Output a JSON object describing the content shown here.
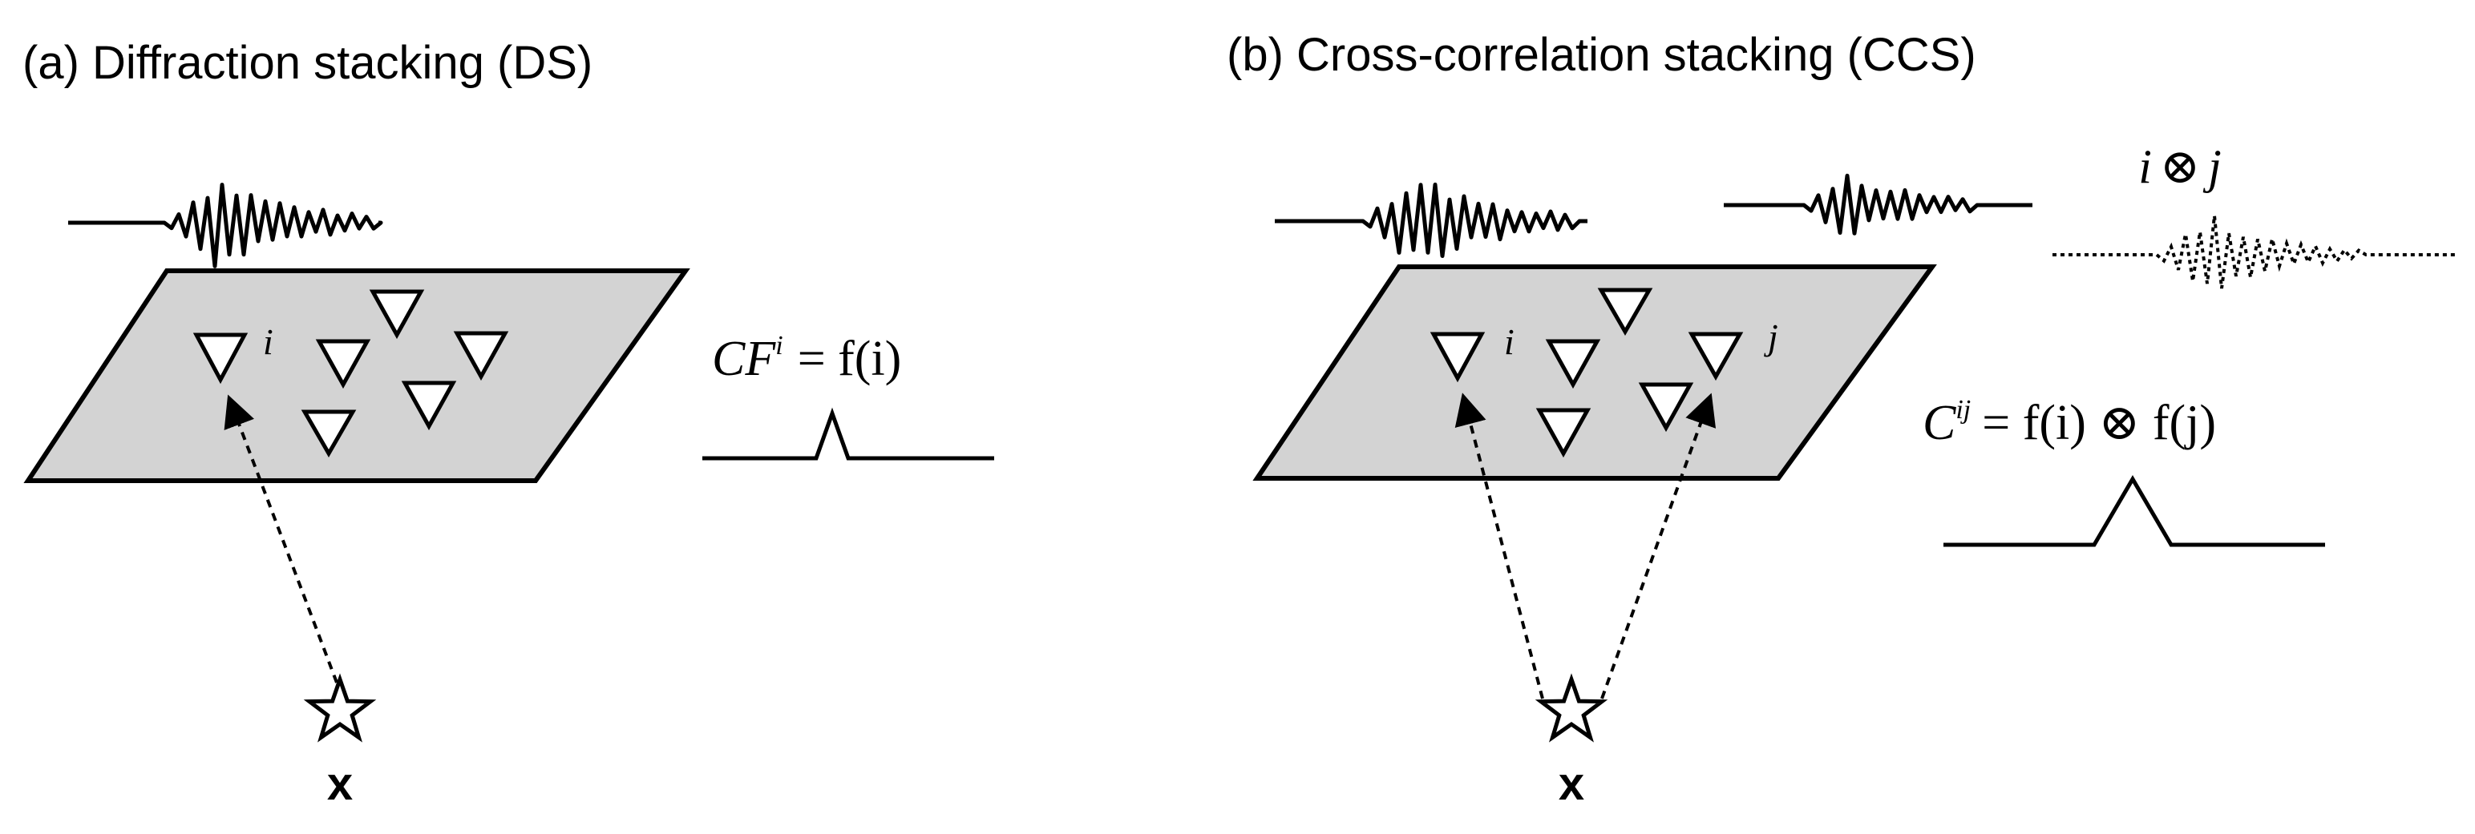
{
  "panels": {
    "a": {
      "title": "(a) Diffraction stacking (DS)",
      "station_label": "i",
      "eq_cf": "CF",
      "eq_sup": "i",
      "eq_rhs": "= f(i)",
      "source_label": "x"
    },
    "b": {
      "title": "(b) Cross-correlation stacking (CCS)",
      "station_label_i": "i",
      "station_label_j": "j",
      "xcorr_i": "i",
      "xcorr_op": "⊗",
      "xcorr_j": "j",
      "eq_c": "C",
      "eq_sup": "ij",
      "eq_rhs": "= f(i) ⊗ f(j)",
      "source_label": "x"
    }
  },
  "colors": {
    "plane_fill": "#d3d3d3",
    "stroke": "#000000",
    "background": "#ffffff"
  }
}
